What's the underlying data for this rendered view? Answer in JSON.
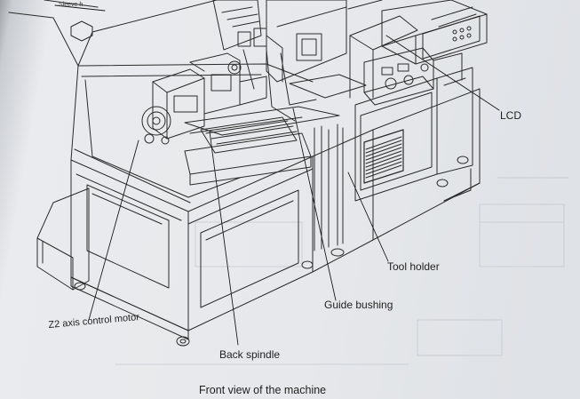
{
  "labels": {
    "top_left": "Sleeve h",
    "lcd": "LCD",
    "tool_holder": "Tool holder",
    "guide_bushing": "Guide bushing",
    "z2_motor": "Z2 axis control motor",
    "back_spindle": "Back spindle"
  },
  "caption": "Front view of the machine"
}
